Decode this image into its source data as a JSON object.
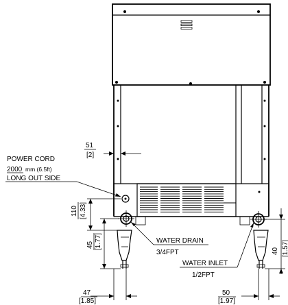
{
  "labels": {
    "power_cord": "POWER CORD",
    "cord_length_value": "2000",
    "cord_length_unit": "mm (6.5ft)",
    "cord_exit": "LONG OUT SIDE",
    "water_drain": "WATER DRAIN",
    "water_drain_size": "3/4FPT",
    "water_inlet": "WATER INLET",
    "water_inlet_size": "1/2FPT"
  },
  "dimensions": {
    "cord_offset_mm": "51",
    "cord_offset_in": "[2]",
    "cord_height_mm": "110",
    "cord_height_in": "[4.33]",
    "drain_height_mm": "45",
    "drain_height_in": "[1.77]",
    "inlet_height_mm": "40",
    "inlet_height_in": "[1.57]",
    "drain_side_mm": "47",
    "drain_side_in": "[1.85]",
    "inlet_side_mm": "50",
    "inlet_side_in": "[1.97]"
  }
}
